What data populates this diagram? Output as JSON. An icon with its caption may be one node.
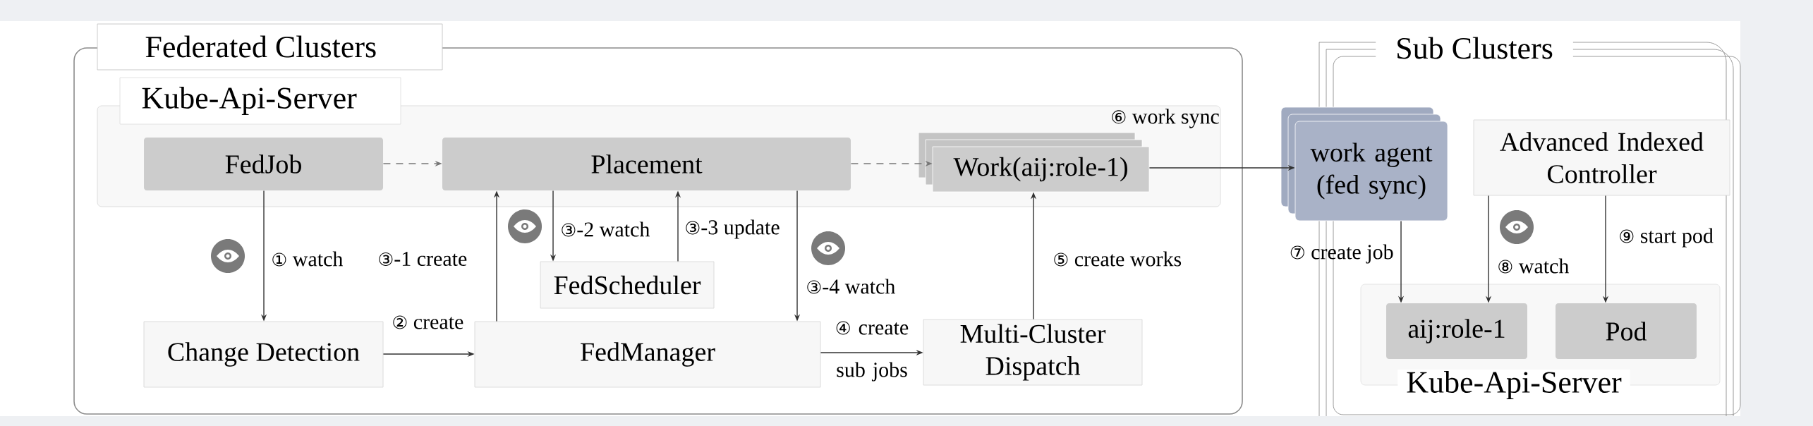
{
  "diagram": {
    "nodes": [
      {
        "text": [
          "Federated Clusters"
        ]
      },
      {
        "text": [
          "Kube-Api-Server"
        ],
        "in": 0
      },
      {
        "text": [
          "FedJob"
        ],
        "in": 1
      },
      {
        "text": [
          "Placement"
        ],
        "in": 1
      },
      {
        "text": [
          "Work(aij:role-1)"
        ],
        "in": 1
      },
      {
        "text": [
          "Change Detection"
        ],
        "in": 0
      },
      {
        "text": [
          "FedScheduler"
        ],
        "in": 0
      },
      {
        "text": [
          "FedManager"
        ],
        "in": 0
      },
      {
        "text": [
          "Multi-Cluster Dispatch"
        ],
        "in": 0
      },
      {
        "text": [
          "Sub Clusters"
        ]
      },
      {
        "text": [
          "work agent (fed sync)"
        ]
      },
      {
        "text": [
          "Advanced Indexed Controller"
        ],
        "in": 9
      },
      {
        "text": [
          "Kube-Api-Server"
        ],
        "in": 9
      },
      {
        "text": [
          "aij:role-1"
        ],
        "in": 12
      },
      {
        "text": [
          "Pod"
        ],
        "in": 12
      }
    ],
    "edges": [
      {
        "from": 2,
        "to": 3,
        "arrow": "to",
        "style": "dashed",
        "color": "#777777"
      },
      {
        "from": 3,
        "to": 4,
        "arrow": "to",
        "style": "dashed",
        "color": "#777777"
      },
      {
        "from": 2,
        "to": 5,
        "arrow": "to",
        "label": "① watch"
      },
      {
        "from": 5,
        "to": 7,
        "arrow": "to",
        "label": "② create"
      },
      {
        "from": 7,
        "to": 3,
        "arrow": "to",
        "label": "③-1 create"
      },
      {
        "from": 3,
        "to": 6,
        "arrow": "to",
        "label": "③-2 watch"
      },
      {
        "from": 6,
        "to": 3,
        "arrow": "to",
        "label": "③-3 update"
      },
      {
        "from": 3,
        "to": 7,
        "arrow": "to",
        "label": "③-4 watch"
      },
      {
        "from": 7,
        "to": 8,
        "arrow": "to",
        "label": "④ create sub jobs"
      },
      {
        "from": 8,
        "to": 4,
        "arrow": "to",
        "label": "⑤ create works"
      },
      {
        "from": 4,
        "to": 10,
        "arrow": "to",
        "label": "⑥ work sync"
      },
      {
        "from": 10,
        "to": 13,
        "arrow": "to",
        "label": "⑦ create job"
      },
      {
        "from": 11,
        "to": 13,
        "arrow": "to",
        "label": "⑧ watch"
      },
      {
        "from": 11,
        "to": 14,
        "arrow": "to",
        "label": "⑨ start pod"
      }
    ]
  }
}
